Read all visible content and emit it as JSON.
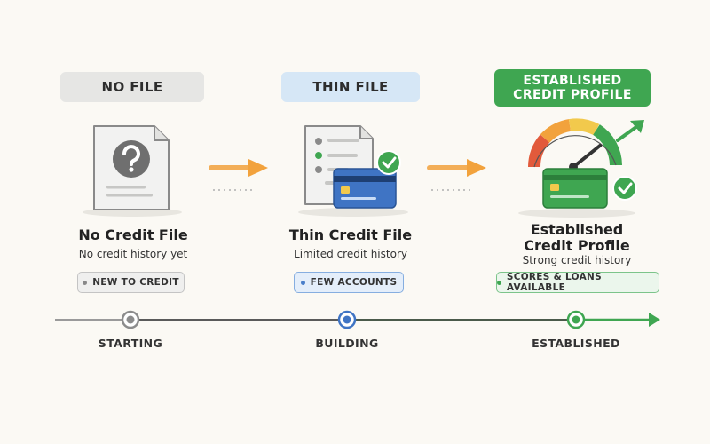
{
  "stages": [
    {
      "header": "NO FILE",
      "title": "No Credit File",
      "subtitle": "No credit history yet",
      "badge": "NEW TO CREDIT",
      "timeline_label": "STARTING"
    },
    {
      "header": "THIN FILE",
      "title": "Thin Credit File",
      "subtitle": "Limited credit history",
      "badge": "FEW ACCOUNTS",
      "timeline_label": "BUILDING"
    },
    {
      "header_line1": "ESTABLISHED",
      "header_line2": "CREDIT PROFILE",
      "title_line1": "Established",
      "title_line2": "Credit Profile",
      "subtitle": "Strong credit history",
      "badge": "SCORES & LOANS AVAILABLE",
      "timeline_label": "ESTABLISHED"
    }
  ],
  "icons": {
    "stage1": "question-document-icon",
    "stage2": "document-with-credit-card-icon",
    "stage3": "credit-score-gauge-icon"
  },
  "colors": {
    "grey_stage": "#8c8c8c",
    "blue_stage": "#3f74c4",
    "green_stage": "#3fa651",
    "arrow_orange": "#f2a23c"
  }
}
